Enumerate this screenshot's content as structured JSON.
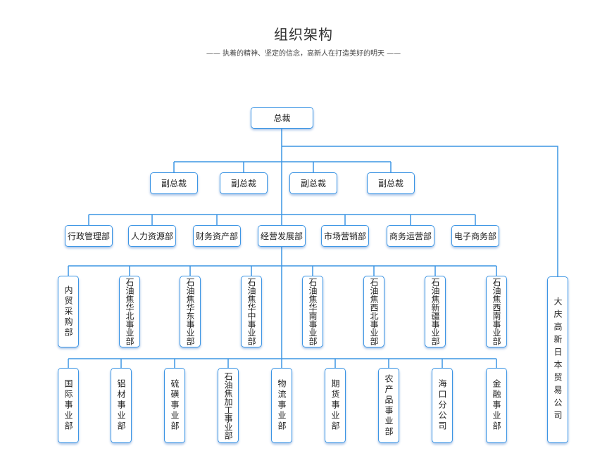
{
  "title": "组织架构",
  "subtitle": "—— 执着的精神、坚定的信念，高新人在打造美好的明天 ——",
  "colors": {
    "line": "#3c95e4",
    "border": "#3c95e4"
  },
  "nodes": {
    "ceo": "总裁",
    "vp": [
      "副总裁",
      "副总裁",
      "副总裁",
      "副总裁"
    ],
    "departments": [
      "行政管理部",
      "人力资源部",
      "财务资产部",
      "经营发展部",
      "市场营销部",
      "商务运营部",
      "电子商务部"
    ],
    "divisions_row1": [
      "内贸采购部",
      "石油焦华北事业部",
      "石油焦华东事业部",
      "石油焦华中事业部",
      "石油焦华南事业部",
      "石油焦西北事业部",
      "石油焦新疆事业部",
      "石油焦西南事业部"
    ],
    "divisions_row2": [
      "国际事业部",
      "铝材事业部",
      "硫磺事业部",
      "石油焦加工事业部",
      "物流事业部",
      "期货事业部",
      "农产品事业部",
      "海口分公司",
      "金融事业部"
    ],
    "subsidiary": "大庆高新日本贸易公司"
  }
}
